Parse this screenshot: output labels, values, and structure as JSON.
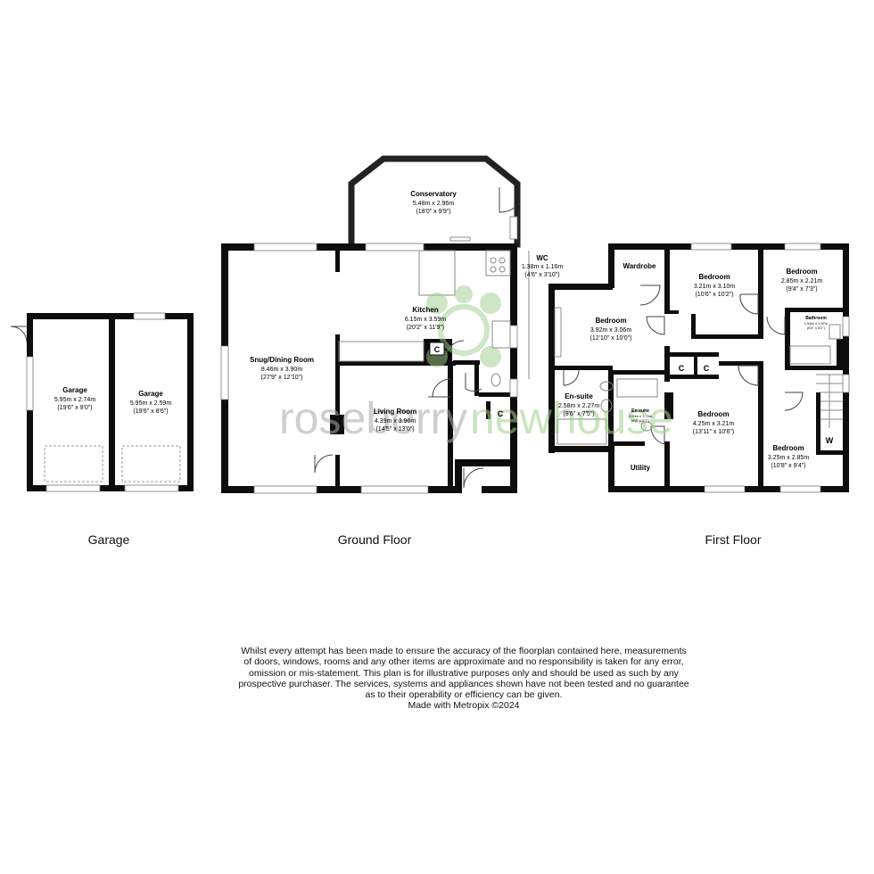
{
  "watermark": {
    "left": "roseberry",
    "right": "newhouse"
  },
  "sections": {
    "garage": "Garage",
    "ground": "Ground Floor",
    "first": "First Floor"
  },
  "rooms": {
    "garage1": {
      "name": "Garage",
      "metric": "5.95m x 2.74m",
      "imperial": "(19'6\" x 9'0\")"
    },
    "garage2": {
      "name": "Garage",
      "metric": "5.95m x 2.59m",
      "imperial": "(19'6\" x 8'6\")"
    },
    "conservatory": {
      "name": "Conservatory",
      "metric": "5.48m x 2.96m",
      "imperial": "(18'0\" x 9'9\")"
    },
    "kitchen": {
      "name": "Kitchen",
      "metric": "6.15m x 3.59m",
      "imperial": "(20'2\" x 11'9\")"
    },
    "wc": {
      "name": "WC",
      "metric": "1.38m x 1.16m",
      "imperial": "(4'6\" x 3'10\")"
    },
    "snug": {
      "name": "Snug/Dining Room",
      "metric": "8.46m x 3.90m",
      "imperial": "(27'9\" x 12'10\")"
    },
    "living": {
      "name": "Living Room",
      "metric": "4.39m x 3.96m",
      "imperial": "(14'5\" x 13'0\")"
    },
    "wardrobe": {
      "name": "Wardrobe"
    },
    "bed_top_mid": {
      "name": "Bedroom",
      "metric": "3.21m x 3.10m",
      "imperial": "(10'6\" x 10'2\")"
    },
    "bed_top_right": {
      "name": "Bedroom",
      "metric": "2.85m x 2.21m",
      "imperial": "(9'4\" x 7'3\")"
    },
    "bed_main": {
      "name": "Bedroom",
      "metric": "3.92m x 3.06m",
      "imperial": "(12'10\" x 10'0\")"
    },
    "bathroom": {
      "name": "Bathroom",
      "metric": "1.94m x 1.87m",
      "imperial": "(6'4\" x 6'2\")"
    },
    "ensuite1": {
      "name": "En-suite",
      "metric": "2.58m x 2.27m",
      "imperial": "(8'6\" x 7'5\")"
    },
    "ensuite2": {
      "name": "En-suite",
      "metric": "2.00m x 1.70m",
      "imperial": "(6'6\" x 5'7\")"
    },
    "bed_center": {
      "name": "Bedroom",
      "metric": "4.25m x 3.21m",
      "imperial": "(13'11\" x 10'6\")"
    },
    "bed_bottom_right": {
      "name": "Bedroom",
      "metric": "3.25m x 2.85m",
      "imperial": "(10'8\" x 9'4\")"
    },
    "utility": {
      "name": "Utility"
    }
  },
  "cupboards": {
    "ground1": "C",
    "ground2": "C",
    "first1": "C",
    "first2": "C",
    "w": "W"
  },
  "disclaimer": [
    "Whilst every attempt has been made to ensure the accuracy of the floorplan contained here, measurements",
    "of doors, windows, rooms and any other items are approximate and no responsibility is taken for any error,",
    "omission or mis-statement. This plan is for illustrative purposes only and should be used as such by any",
    "prospective purchaser. The services, systems and appliances shown have not been tested and no guarantee",
    "as to their operability or efficiency can be given.",
    "Made with Metropix ©2024"
  ]
}
